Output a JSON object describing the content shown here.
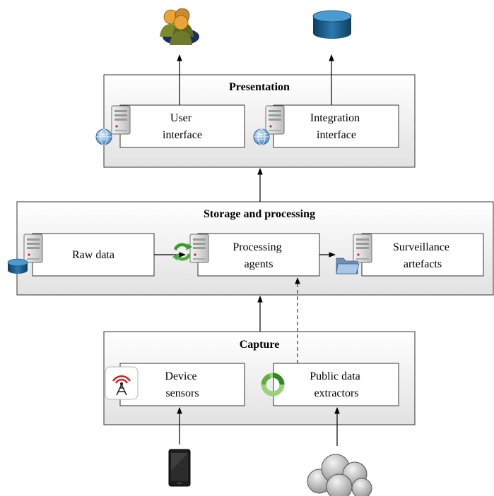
{
  "layers": {
    "presentation": "Presentation",
    "storage": "Storage and processing",
    "capture": "Capture"
  },
  "components": {
    "user_interface": [
      "User",
      "interface"
    ],
    "integration_interface": [
      "Integration",
      "interface"
    ],
    "raw_data": [
      "Raw data"
    ],
    "processing_agents": [
      "Processing",
      "agents"
    ],
    "surveillance_artefacts": [
      "Surveillance",
      "artefacts"
    ],
    "device_sensors": [
      "Device",
      "sensors"
    ],
    "public_data_extractors": [
      "Public data",
      "extractors"
    ]
  },
  "icons": {
    "users": "users-icon",
    "database": "database-icon",
    "server": "server-icon",
    "globe": "globe-icon",
    "recycle": "recycle-icon",
    "folder": "folder-icon",
    "sensor": "antenna-sensor-icon",
    "extractor": "ring-icon",
    "smartphone": "smartphone-icon",
    "cloud": "cloud-icon"
  },
  "colors": {
    "layer_fill_top": "#ffffff",
    "layer_fill_bottom": "#e4e4e4",
    "box_fill": "#ffffff",
    "stroke": "#333333",
    "database_blue": "#1f5f8b",
    "users_orange": "#e89a2c",
    "users_olive": "#6f7a2a",
    "recycle_green": "#3a9a2a",
    "sensor_red": "#d32020"
  }
}
